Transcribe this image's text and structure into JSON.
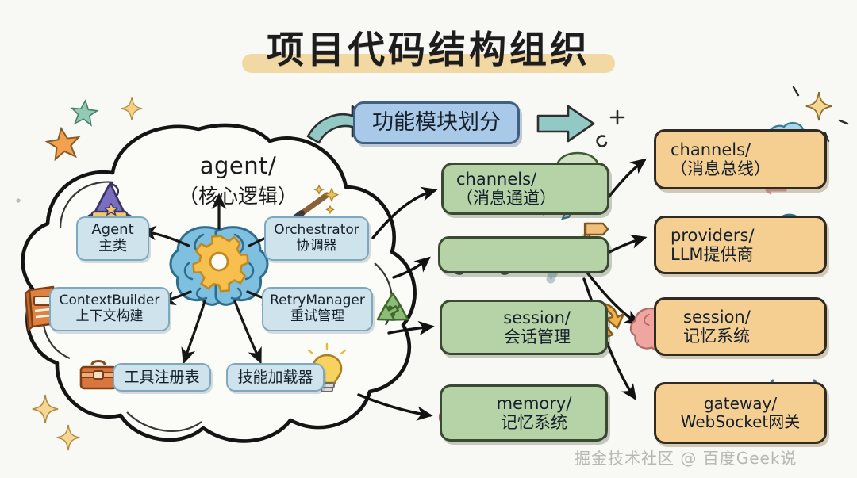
{
  "page": {
    "title": "项目代码结构组织",
    "background_color": "#f8f8f4",
    "watermark": "掘金技术社区 @ 百度Geek说"
  },
  "cloud": {
    "label_line1": "agent/",
    "label_line2": "（核心逻辑）",
    "center_icon": "brain-gear-icon",
    "nodes": [
      {
        "id": "agent-main",
        "line1": "Agent",
        "line2": "主类",
        "icon": "wizard-hat-icon",
        "color": "#cfe3ec"
      },
      {
        "id": "orchestrator",
        "line1": "Orchestrator",
        "line2": "协调器",
        "icon": "magic-wand-icon",
        "color": "#cfe3ec"
      },
      {
        "id": "context-builder",
        "line1": "ContextBuilder",
        "line2": "上下文构建",
        "icon": "book-icon",
        "color": "#cfe3ec"
      },
      {
        "id": "retry-manager",
        "line1": "RetryManager",
        "line2": "重试管理",
        "icon": "recycle-icon",
        "color": "#cfe3ec"
      },
      {
        "id": "tool-registry",
        "line1": "工具注册表",
        "line2": "",
        "icon": "toolbox-icon",
        "color": "#cfe3ec"
      },
      {
        "id": "skill-loader",
        "line1": "技能加载器",
        "line2": "",
        "icon": "lightbulb-icon",
        "color": "#cfe3ec"
      }
    ]
  },
  "header": {
    "label": "功能模块划分",
    "color": "#a9c9e8",
    "left_arrow_icon": "curved-arrow-right-icon",
    "right_arrow_icon": "arrow-right-icon"
  },
  "middle_column": {
    "color": "#b6d3a8",
    "items": [
      {
        "id": "channels-module",
        "line1": "channels/",
        "line2": "（消息通道）",
        "icons": [
          "chat-bubble-icon",
          "airplane-icon"
        ]
      },
      {
        "id": "routing-module",
        "line1": "",
        "line2": "",
        "icons": [
          "bus-icon",
          "road-fork-icon",
          "signpost-icon"
        ]
      },
      {
        "id": "session-module",
        "line1": "session/",
        "line2": "会话管理",
        "icons": [
          "calendar-clock-icon",
          "refresh-arrows-icon"
        ]
      },
      {
        "id": "memory-module",
        "line1": "memory/",
        "line2": "记忆系统",
        "icons": [
          "brain-icon",
          "file-cabinet-icon"
        ]
      }
    ]
  },
  "right_column": {
    "color": "#f5cf92",
    "items": [
      {
        "id": "channels-bus",
        "line1": "channels/",
        "line2": "（消息总线）",
        "icons": [
          "cloud-network-icon"
        ]
      },
      {
        "id": "providers",
        "line1": "providers/",
        "line2": "LLM提供商",
        "icons": [
          "cloud-brain-chip-icon"
        ]
      },
      {
        "id": "session-memory",
        "line1": "session/",
        "line2": "记忆系统",
        "icons": [
          "brain-icon",
          "file-folder-icon"
        ]
      },
      {
        "id": "gateway",
        "line1": "gateway/",
        "line2": "WebSocket网关",
        "icons": [
          "antenna-network-icon"
        ]
      }
    ]
  },
  "decorations": {
    "stars": [
      {
        "name": "orange-star",
        "color": "#f0a045"
      },
      {
        "name": "green-star",
        "color": "#8fc9b0"
      },
      {
        "name": "gold-sparkle",
        "color": "#f5c869"
      }
    ]
  }
}
